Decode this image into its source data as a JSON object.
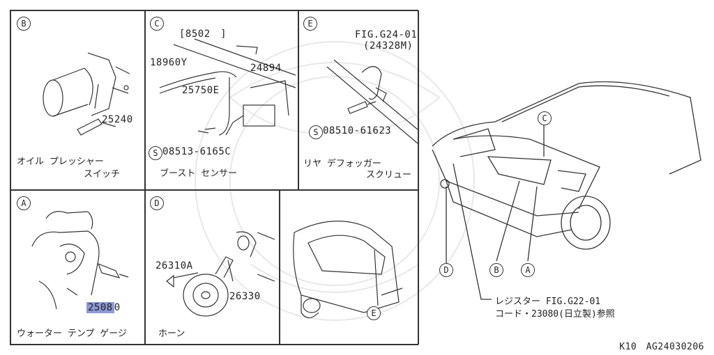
{
  "panels": {
    "B": {
      "letter": "B",
      "part": "25240",
      "caption1": "オイル プレッシャー",
      "caption2": "スイッチ"
    },
    "C": {
      "letter": "C",
      "ref": "[8502　]",
      "part1": "18960Y",
      "part2": "24894",
      "part3": "25750E",
      "bolt": "08513-6165C",
      "caption": "ブースト センサー"
    },
    "E": {
      "letter": "E",
      "fig": "FIG.G24-01",
      "figsub": "(24328M)",
      "bolt": "08510-61623",
      "caption1": "リヤ デフォッガー",
      "caption2": "スクリュー"
    },
    "A": {
      "letter": "A",
      "part": "2508",
      "part_tail": "0",
      "caption": "ウォーター テンプ ゲージ"
    },
    "D": {
      "letter": "D",
      "part1": "26310A",
      "part2": "26330",
      "caption": "ホーン"
    },
    "F": {
      "letter": "E"
    }
  },
  "car_labels": {
    "C": "C",
    "D": "D",
    "B": "B",
    "A": "A"
  },
  "note": {
    "line1": "レジスター FIG.G22-01",
    "line2": "コード・23080(日立製)参照"
  },
  "footer": "K10　AG24030206"
}
